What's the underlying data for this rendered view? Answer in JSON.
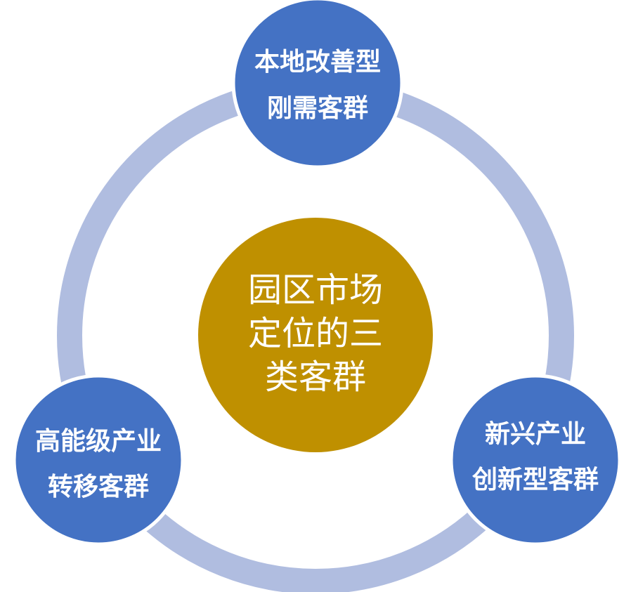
{
  "colors": {
    "ring": "#b0bde0",
    "node_fill": "#4472c4",
    "node_border": "#ffffff",
    "center_fill": "#bf9000",
    "text": "#ffffff"
  },
  "center": {
    "lines": [
      "园区市场",
      "定位的三",
      "类客群"
    ]
  },
  "nodes": {
    "top": {
      "lines": [
        "本地改善型",
        "刚需客群"
      ]
    },
    "bottom_left": {
      "lines": [
        "高能级产业",
        "转移客群"
      ]
    },
    "bottom_right": {
      "lines": [
        "新兴产业",
        "创新型客群"
      ]
    }
  }
}
